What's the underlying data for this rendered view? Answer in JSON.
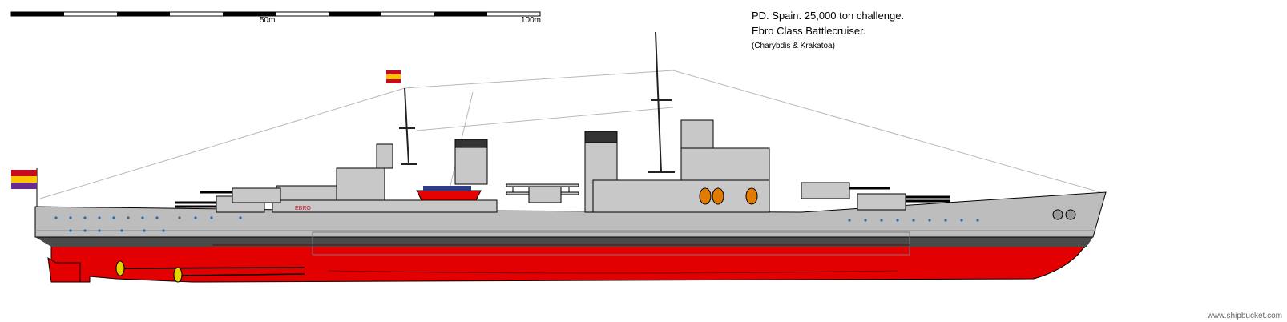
{
  "scale_bar": {
    "tick_labels": [
      "50m",
      "100m"
    ]
  },
  "caption": {
    "line1": "PD. Spain. 25,000 ton challenge.",
    "line2": "Ebro Class Battlecruiser.",
    "line3": "(Charybdis & Krakatoa)"
  },
  "ship": {
    "hull_name": "EBRO",
    "colors": {
      "hull_grey": "#bdbdbd",
      "superstructure_grey": "#c8c8c8",
      "boot_topping": "#4a4a4a",
      "antifouling_red": "#e20000",
      "porthole_blue": "#2a6aa8",
      "flag_red": "#c60b1e",
      "flag_yellow": "#ffc400",
      "flag_purple": "#6a2c8c"
    }
  },
  "watermark": "www.shipbucket.com"
}
